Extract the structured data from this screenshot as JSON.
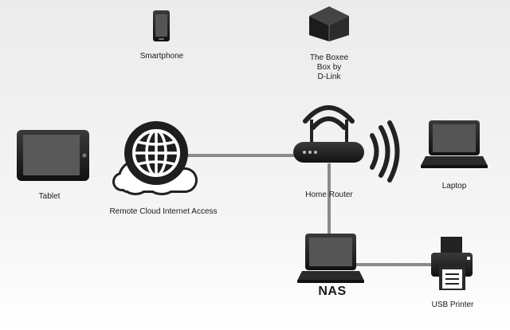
{
  "diagram": {
    "nodes": {
      "smartphone": {
        "label": "Smartphone",
        "icon": "smartphone-icon"
      },
      "boxee": {
        "label_lines": [
          "The Boxee",
          "Box by",
          "D-Link"
        ],
        "icon": "boxee-box-icon"
      },
      "tablet": {
        "label": "Tablet",
        "icon": "tablet-icon"
      },
      "cloud": {
        "label": "Remote Cloud Internet Access",
        "icon": "cloud-globe-icon"
      },
      "router": {
        "label": "Home Router",
        "icon": "router-icon"
      },
      "laptop": {
        "label": "Laptop",
        "icon": "laptop-icon"
      },
      "nas": {
        "label": "NAS",
        "icon": "nas-laptop-icon"
      },
      "printer": {
        "label": "USB Printer",
        "icon": "printer-icon"
      }
    },
    "connections": [
      {
        "from": "cloud",
        "to": "router"
      },
      {
        "from": "router",
        "to": "nas"
      },
      {
        "from": "nas",
        "to": "printer"
      }
    ],
    "colors": {
      "background": "#ffffff",
      "background_shade": "#eeeeee",
      "device": "#222222",
      "line": "#8a8a8a",
      "text": "#1a1a1a"
    }
  }
}
